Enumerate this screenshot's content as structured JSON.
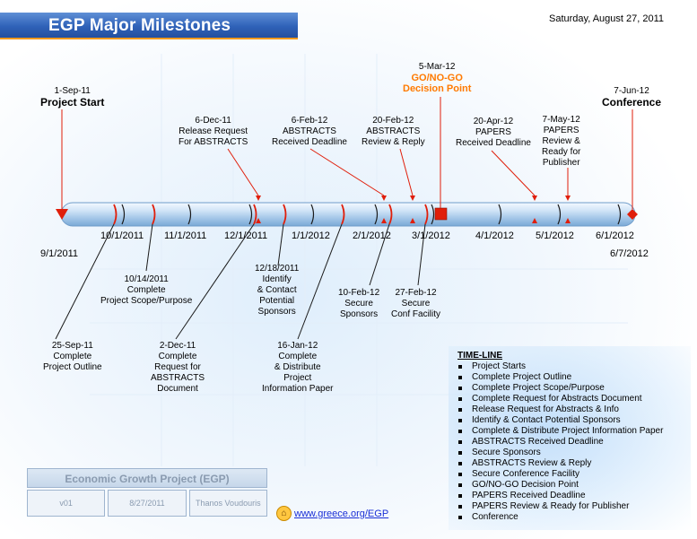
{
  "header": {
    "title": "EGP Major Milestones",
    "date": "Saturday, August 27, 2011"
  },
  "milestones_above": [
    {
      "id": "start",
      "lines": [
        "1-Sep-11"
      ],
      "strong": "Project  Start"
    },
    {
      "id": "release",
      "lines": [
        "6-Dec-11",
        "Release Request",
        "For ABSTRACTS"
      ]
    },
    {
      "id": "abs-deadline",
      "lines": [
        "6-Feb-12",
        "ABSTRACTS",
        "Received Deadline"
      ]
    },
    {
      "id": "abs-review",
      "lines": [
        "20-Feb-12",
        "ABSTRACTS",
        "Review & Reply"
      ]
    },
    {
      "id": "gonogo",
      "lines": [
        "5-Mar-12"
      ],
      "orange": [
        "GO/NO-GO",
        "Decision Point"
      ]
    },
    {
      "id": "papers",
      "lines": [
        "20-Apr-12",
        "PAPERS",
        "Received Deadline"
      ]
    },
    {
      "id": "papers-review",
      "lines": [
        "7-May-12",
        "PAPERS",
        "Review &",
        "Ready for",
        "Publisher"
      ]
    },
    {
      "id": "conference",
      "lines": [
        "7-Jun-12"
      ],
      "strong": "Conference"
    }
  ],
  "milestones_below": [
    {
      "id": "outline",
      "lines": [
        "25-Sep-11",
        "Complete",
        "Project Outline"
      ]
    },
    {
      "id": "scope",
      "lines": [
        "10/14/2011",
        "Complete",
        "Project Scope/Purpose"
      ]
    },
    {
      "id": "request-doc",
      "lines": [
        "2-Dec-11",
        "Complete",
        "Request for",
        "ABSTRACTS",
        "Document"
      ]
    },
    {
      "id": "sponsors-identify",
      "lines": [
        "12/18/2011",
        "Identify",
        "& Contact",
        "Potential",
        "Sponsors"
      ]
    },
    {
      "id": "info-paper",
      "lines": [
        "16-Jan-12",
        "Complete",
        "& Distribute",
        "Project",
        "Information Paper"
      ]
    },
    {
      "id": "secure-sponsors",
      "lines": [
        "10-Feb-12",
        "Secure",
        "Sponsors"
      ]
    },
    {
      "id": "secure-facility",
      "lines": [
        "27-Feb-12",
        "Secure",
        "Conf Facility"
      ]
    }
  ],
  "axis": {
    "ticks": [
      "10/1/2011",
      "11/1/2011",
      "12/1/2011",
      "1/1/2012",
      "2/1/2012",
      "3/1/2012",
      "4/1/2012",
      "5/1/2012",
      "6/1/2012"
    ],
    "start": "9/1/2011",
    "end": "6/7/2012"
  },
  "timeline": {
    "title": "TIME-LINE",
    "items": [
      "Project Starts",
      "Complete Project Outline",
      "Complete Project Scope/Purpose",
      "Complete Request for Abstracts Document",
      "Release Request for Abstracts & Info",
      "Identify & Contact Potential Sponsors",
      "Complete & Distribute Project Information Paper",
      "ABSTRACTS Received Deadline",
      "Secure Sponsors",
      "ABSTRACTS Review & Reply",
      "Secure Conference Facility",
      "GO/NO-GO Decision Point",
      "PAPERS Received Deadline",
      "PAPERS Review & Ready for Publisher",
      "Conference"
    ]
  },
  "footer": {
    "project": "Economic Growth Project (EGP)",
    "version": "v01",
    "date": "8/27/2011",
    "author": "Thanos Voudouris",
    "url": "www.greece.org/EGP"
  },
  "colors": {
    "accent": "#ff7a00",
    "marker": "#e01e0a",
    "header": "#2f62b8"
  }
}
